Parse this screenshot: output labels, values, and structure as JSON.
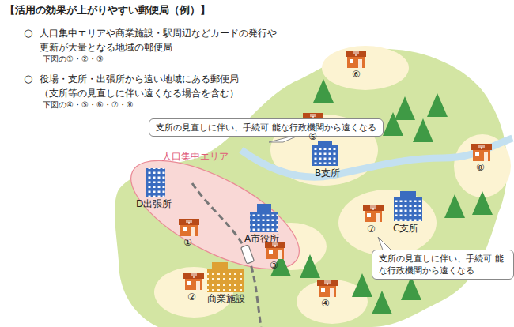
{
  "diagram": {
    "title": "【活用の効果が上がりやすい郵便局（例）】",
    "nodes": [
      {
        "text": [
          "支所の見直しに伴い、手続可 能な行政機関から遠くなる"
        ]
      },
      {
        "text": [
          "人口集中エリア"
        ]
      },
      {
        "text": [
          "支所の見直しに伴い、手続可 能な行政機関から遠くなる"
        ]
      }
    ],
    "labels": [
      "○",
      "人口集中エリアや商業施設・駅周辺などカードの発行や 更新が大量となる地域の郵便局",
      "下図の①・②・③",
      "○",
      "役場・支所・出張所から遠い地域にある郵便局 （支所等の見直しに伴い遠くなる場合を含む）",
      "下図の④・⑤・⑥・⑦・⑧",
      "⑥",
      "⑤",
      "B支所",
      "⑧",
      "D出張所",
      "⑦",
      "C支所",
      "A市役所",
      "①",
      "③",
      "②",
      "商業施設",
      "④"
    ]
  }
}
